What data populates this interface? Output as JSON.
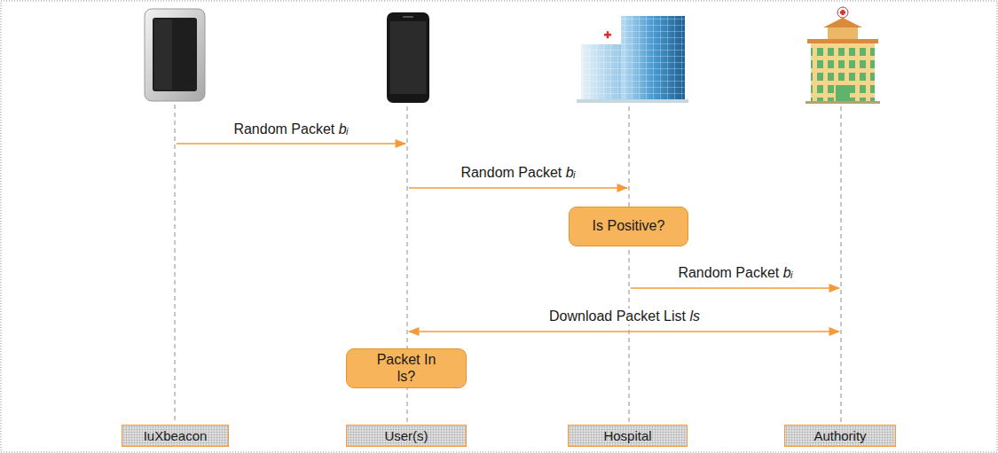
{
  "diagram": {
    "nodes": [
      {
        "text": [
          "Is Positive?"
        ]
      },
      {
        "text": [
          "Packet In ls?"
        ]
      },
      {
        "text": [
          "IuXbeacon"
        ]
      },
      {
        "text": [
          "User(s)"
        ]
      },
      {
        "text": [
          "Hospital"
        ]
      },
      {
        "text": [
          "Authority"
        ]
      }
    ],
    "labels": [
      "Random Packet bᵢ",
      "Random Packet bᵢ",
      "Random Packet bᵢ",
      "Download Packet List ls"
    ]
  }
}
